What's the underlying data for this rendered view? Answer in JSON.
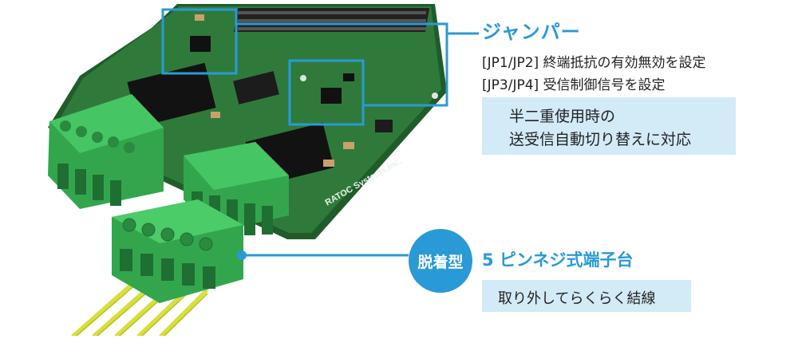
{
  "jumper": {
    "title": "ジャンパー",
    "line1": "[JP1/JP2] 終端抵抗の有効無効を設定",
    "line2": "[JP3/JP4] 受信制御信号を設定"
  },
  "feature_box": {
    "line1": "半二重使用時の",
    "line2": "送受信自動切り替えに対応"
  },
  "badge": {
    "label": "脱着型"
  },
  "terminal": {
    "title": "5 ピンネジ式端子台",
    "note": "取り外してらくらく結線"
  },
  "board_brand": "RATOC Systems,Inc.",
  "colors": {
    "accent": "#2a9ad6",
    "box_fill": "#d3eaf7",
    "pcb": "#2f7a3a",
    "terminal": "#3dbb5a",
    "wire": "#d7df3a"
  },
  "icons": [
    "jumper-highlight-icon",
    "connector-dot-icon"
  ]
}
